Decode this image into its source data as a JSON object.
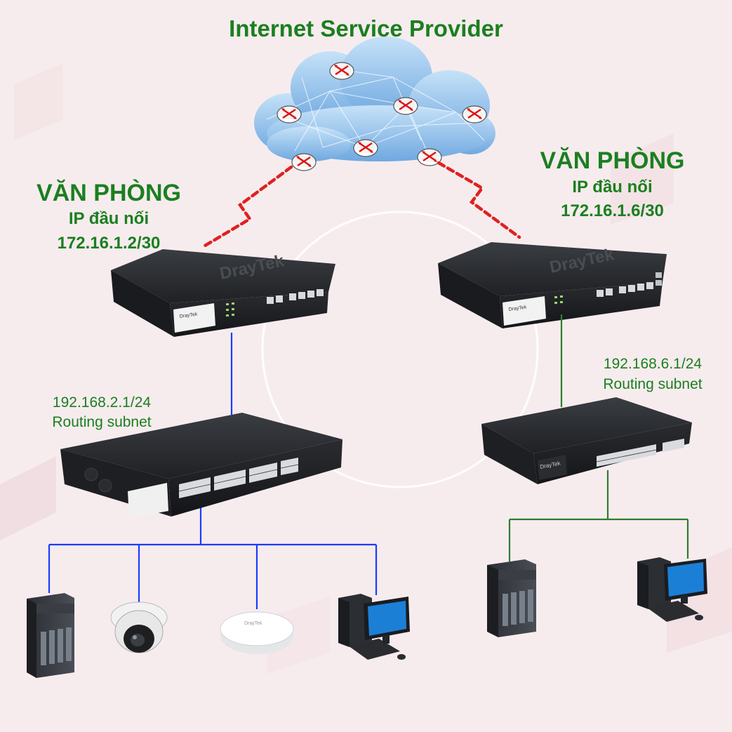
{
  "title": "Internet Service Provider",
  "left_office": {
    "name": "VĂN PHÒNG",
    "ip_label": "IP đầu nối",
    "ip": "172.16.1.2/30",
    "subnet_ip": "192.168.2.1/24",
    "subnet_label": "Routing subnet"
  },
  "right_office": {
    "name": "VĂN PHÒNG",
    "ip_label": "IP đầu nối",
    "ip": "172.16.1.6/30",
    "subnet_ip": "192.168.6.1/24",
    "subnet_label": "Routing subnet"
  },
  "device_brand": "DrayTek",
  "colors": {
    "label_green": "#1b7f1f",
    "wan_red": "#e02020",
    "left_lan_blue": "#1a3cff",
    "right_lan_green": "#2e7d2e",
    "cloud_blue": "#8fc3ee"
  },
  "devices": {
    "left": [
      "server-tower",
      "dome-camera",
      "wireless-access-point",
      "desktop-pc"
    ],
    "right": [
      "server-tower",
      "desktop-pc"
    ]
  }
}
